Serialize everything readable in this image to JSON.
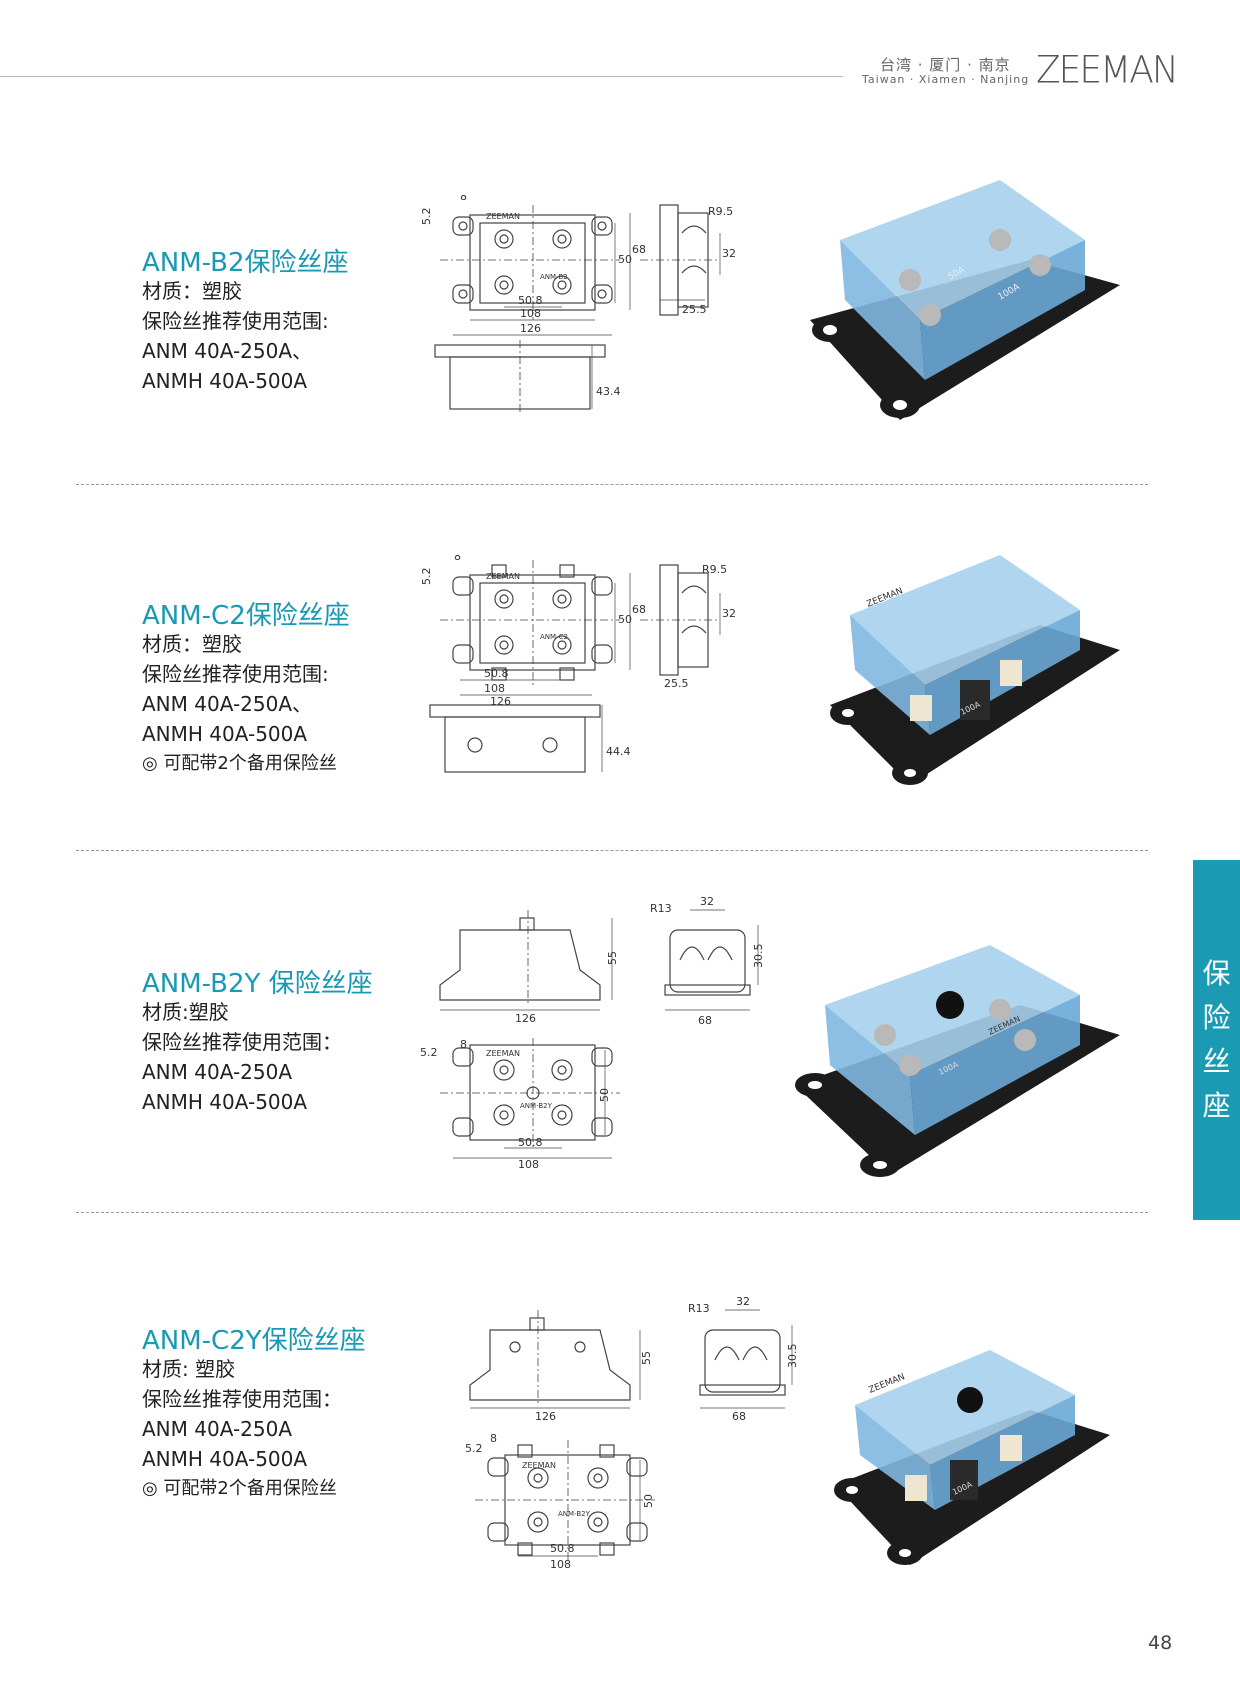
{
  "header": {
    "cities_cn": "台湾 · 厦门 · 南京",
    "cities_en": "Taiwan · Xiamen · Nanjing",
    "brand": "ZEEMAN"
  },
  "products": [
    {
      "title": "ANM-B2保险丝座",
      "specs": [
        "材质：塑胶",
        "保险丝推荐使用范围:",
        "ANM 40A-250A、",
        "ANMH 40A-500A"
      ],
      "dims_front": [
        "8",
        "5.2",
        "50",
        "68",
        "50.8",
        "108",
        "126"
      ],
      "dims_side": [
        "R9.5",
        "32",
        "25.5"
      ],
      "dims_bottom": [
        "43.4"
      ],
      "drawing_text": [
        "ZEEMAN",
        "ANM-B2"
      ],
      "photo_labels": [
        "50A",
        "100A"
      ]
    },
    {
      "title": "ANM-C2保险丝座",
      "specs": [
        "材质：塑胶",
        "保险丝推荐使用范围:",
        "ANM 40A-250A、",
        "ANMH 40A-500A",
        "◎ 可配带2个备用保险丝"
      ],
      "dims_front": [
        "8",
        "5.2",
        "50",
        "68",
        "50.8",
        "108",
        "126"
      ],
      "dims_side": [
        "R9.5",
        "32",
        "25.5"
      ],
      "dims_bottom": [
        "44.4"
      ],
      "drawing_text": [
        "ZEEMAN",
        "ANM-C2"
      ],
      "photo_labels": [
        "ZEEMAN",
        "100A"
      ]
    },
    {
      "title": "ANM-B2Y 保险丝座",
      "specs": [
        "材质:塑胶",
        "保险丝推荐使用范围：",
        "ANM 40A-250A",
        "ANMH 40A-500A"
      ],
      "dims_top": [
        "55",
        "126"
      ],
      "dims_side": [
        "R13",
        "32",
        "30.5",
        "68"
      ],
      "dims_front": [
        "5.2",
        "8",
        "50",
        "50.8",
        "108"
      ],
      "drawing_text": [
        "ZEEMAN",
        "ANM-B2Y"
      ],
      "photo_labels": [
        "ZEEMAN",
        "100A"
      ]
    },
    {
      "title": "ANM-C2Y保险丝座",
      "specs": [
        "材质: 塑胶",
        "保险丝推荐使用范围：",
        "ANM 40A-250A",
        "ANMH 40A-500A",
        "◎ 可配带2个备用保险丝"
      ],
      "dims_top": [
        "55",
        "126"
      ],
      "dims_side": [
        "R13",
        "32",
        "30.5",
        "68"
      ],
      "dims_front": [
        "5.2",
        "8",
        "50",
        "50.8",
        "108"
      ],
      "drawing_text": [
        "ZEEMAN",
        "ANM-B2Y"
      ],
      "photo_labels": [
        "ZEEMAN",
        "100A"
      ]
    }
  ],
  "side_tab": [
    "保",
    "险",
    "丝",
    "座"
  ],
  "page_number": "48",
  "colors": {
    "accent": "#1a9ab3",
    "title": "#1899b4",
    "cover_blue": "#7fb8e0",
    "base_black": "#1c1c1c"
  }
}
